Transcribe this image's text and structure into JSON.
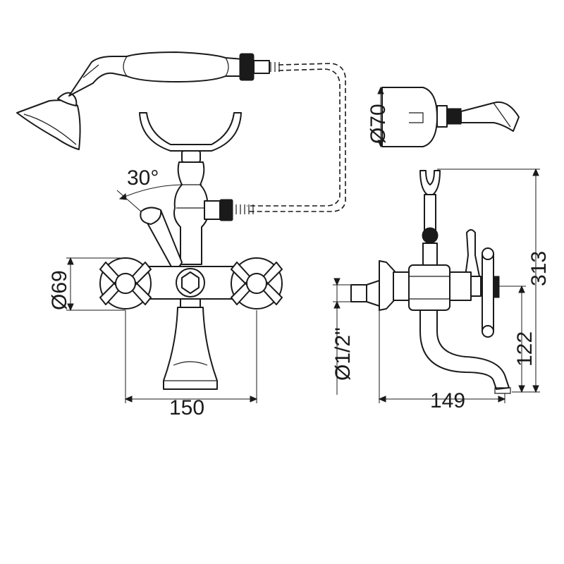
{
  "dimensions": {
    "angle": "30°",
    "handle_diameter": "Ø69",
    "base_diameter": "Ø70",
    "width_front": "150",
    "depth_side": "149",
    "height_total": "313",
    "height_outlet": "122",
    "connection": "Ø1/2\""
  }
}
